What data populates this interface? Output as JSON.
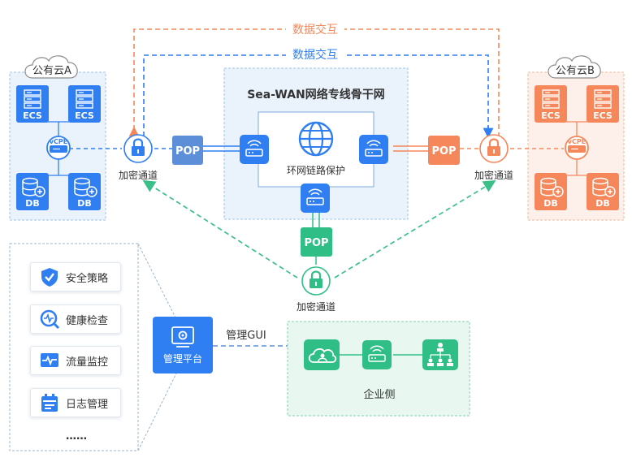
{
  "labels": {
    "data_exchange": "数据交互",
    "cloud_a": "公有云A",
    "cloud_b": "公有云B",
    "backbone_title": "Sea-WAN网络专线骨干网",
    "ring_protect": "环网链路保护",
    "encrypted_tunnel": "加密通道",
    "pop": "POP",
    "ecs": "ECS",
    "db": "DB",
    "vcpe": "vCPE",
    "mgmt_gui": "管理GUI",
    "mgmt_platform": "管理平台",
    "enterprise": "企业侧",
    "more": "……"
  },
  "menu": [
    {
      "label": "安全策略",
      "icon": "shield-check-icon"
    },
    {
      "label": "健康检查",
      "icon": "health-search-icon"
    },
    {
      "label": "流量监控",
      "icon": "pulse-monitor-icon"
    },
    {
      "label": "日志管理",
      "icon": "calendar-log-icon"
    }
  ],
  "colors": {
    "blue": "#2f7ff2",
    "orange": "#f5875a",
    "green": "#2fbf86",
    "pop_blue": "#5d8fd8",
    "dashed_blue": "#2f7ff2",
    "dashed_orange": "#f5875a",
    "dashed_green": "#3cc08a"
  }
}
